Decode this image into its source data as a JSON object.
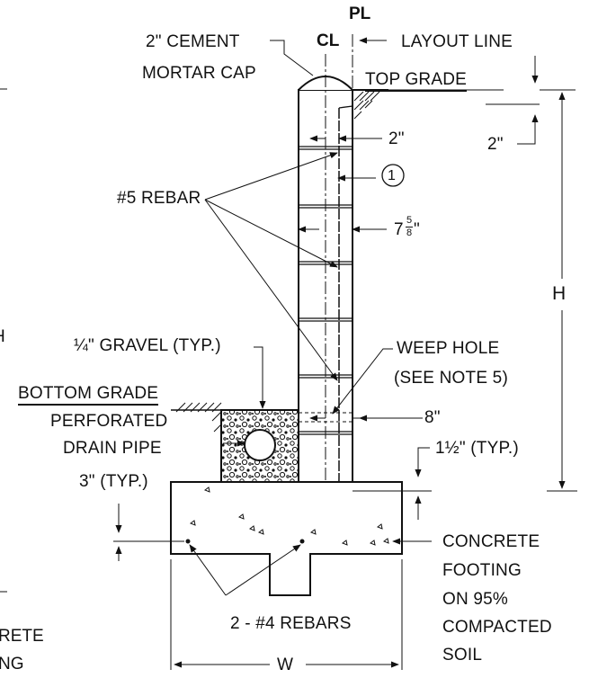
{
  "labels": {
    "cement_cap_1": "2\" CEMENT",
    "cement_cap_2": "MORTAR CAP",
    "property_line": "PL",
    "centerline": "CL",
    "layout_line": "LAYOUT LINE",
    "top_grade": "TOP GRADE",
    "dim_2in_cover": "2\"",
    "dim_2in_top": "2\"",
    "rebar_5": "#5 REBAR",
    "callout_1": "1",
    "dim_7_whole": "7",
    "dim_7_num": "5",
    "dim_7_den": "8",
    "dim_7_suffix": "\"",
    "height_h": "H",
    "gravel": "¼\" GRAVEL (TYP.)",
    "weep_1": "WEEP HOLE",
    "weep_2": "(SEE NOTE 5)",
    "bottom_grade": "BOTTOM GRADE",
    "drain_1": "PERFORATED",
    "drain_2": "DRAIN PIPE",
    "dim_8in": "8\"",
    "dim_1_5": "1½\" (TYP.)",
    "dim_3in": "3\" (TYP.)",
    "concrete_1": "CONCRETE",
    "concrete_2": "FOOTING",
    "concrete_3": "ON 95%",
    "concrete_4": "COMPACTED",
    "concrete_5": "SOIL",
    "rebars_4": "2 - #4 REBARS",
    "width_w": "W",
    "cut_h": "H",
    "cut_rete": "RETE",
    "cut_ng": "NG"
  }
}
